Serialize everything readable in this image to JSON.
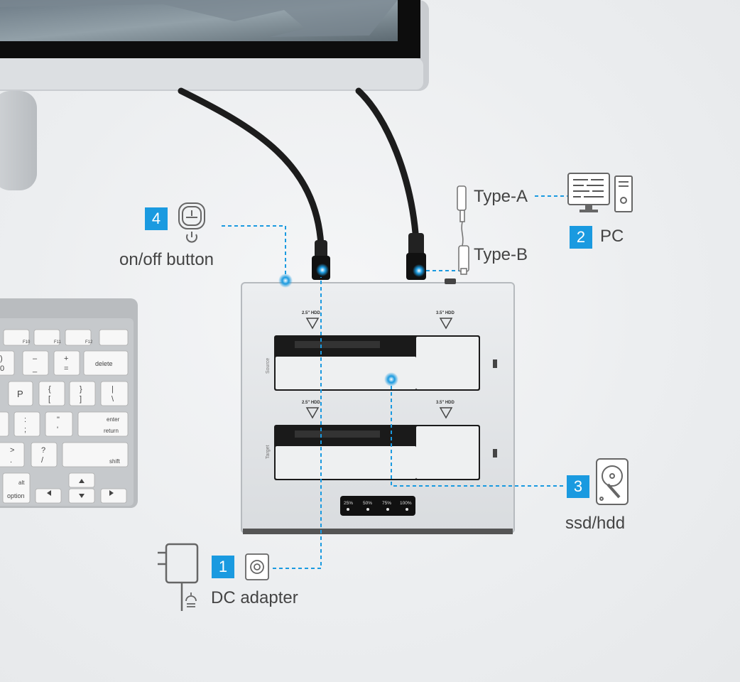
{
  "callouts": {
    "power_button": {
      "number": "4",
      "label": "on/off button"
    },
    "pc": {
      "number": "2",
      "label": "PC"
    },
    "drive": {
      "number": "3",
      "label": "ssd/hdd"
    },
    "adapter": {
      "number": "1",
      "label": "DC adapter"
    }
  },
  "connectors": {
    "type_a": "Type-A",
    "type_b": "Type-B"
  },
  "dock": {
    "top_bay": {
      "name": "Source",
      "label_left": "2.5\" HDD",
      "label_right": "3.5\" HDD"
    },
    "bottom_bay": {
      "name": "Target",
      "label_left": "2.5\" HDD",
      "label_right": "3.5\" HDD"
    },
    "progress_leds": [
      "25%",
      "50%",
      "75%",
      "100%"
    ]
  },
  "keyboard": {
    "row1": [
      "F10",
      "F11",
      "F12"
    ],
    "row2": [
      ")",
      "0",
      "–",
      "_",
      "+",
      "=",
      "delete"
    ],
    "row3": [
      "P",
      "{",
      "[",
      "}",
      "]",
      "|",
      "\\"
    ],
    "row4": [
      ":",
      ";",
      "\"",
      "'",
      "enter",
      "return"
    ],
    "row5": [
      ">",
      ".",
      "?",
      "/",
      "shift"
    ],
    "row6": [
      "alt",
      "option"
    ]
  },
  "colors": {
    "accent": "#1a9ae0",
    "text": "#444444",
    "aluminum": "#e4e6e8",
    "cable": "#1c1c1c"
  }
}
